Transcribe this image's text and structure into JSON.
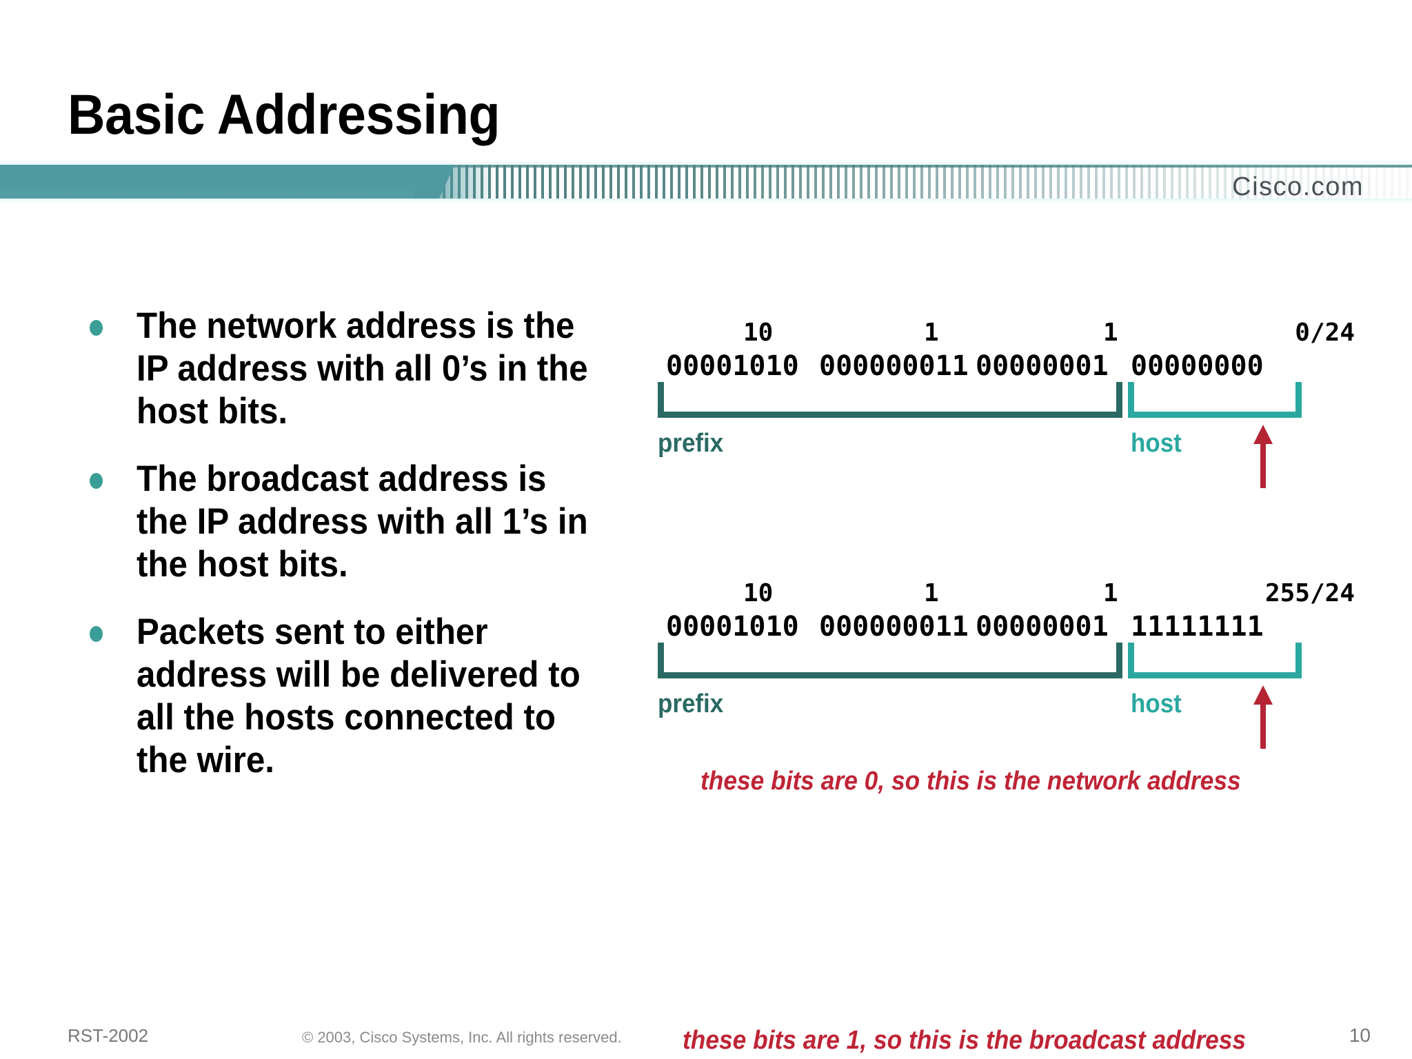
{
  "slide": {
    "title": "Basic Addressing",
    "brand": "Cisco.com",
    "accent_teal_dark": "#2a6a63",
    "accent_teal_light": "#2aa8a0",
    "accent_red": "#bf2436",
    "banner_color": "#4e9aa0",
    "bullet_dot_color": "#3a9e96"
  },
  "bullets": [
    {
      "text": "The network address is the IP address with all 0’s in the host bits."
    },
    {
      "text": "The broadcast address is the IP address with all 1’s in the host bits."
    },
    {
      "text": "Packets sent to either address will be delivered to all the hosts connected to the wire."
    }
  ],
  "diagrams": [
    {
      "id": "network-address",
      "decimal": {
        "octet1": "10",
        "octet2": "1",
        "octet3": "1",
        "octet4": "0/24"
      },
      "binary": {
        "octet1": "00001010",
        "octet2": "000000011",
        "octet3": "00000001",
        "octet4": "00000000"
      },
      "prefix_label": "prefix",
      "host_label": "host",
      "caption": "these bits are 0, so this is the network address"
    },
    {
      "id": "broadcast-address",
      "decimal": {
        "octet1": "10",
        "octet2": "1",
        "octet3": "1",
        "octet4": "255/24"
      },
      "binary": {
        "octet1": "00001010",
        "octet2": "000000011",
        "octet3": "00000001",
        "octet4": "11111111"
      },
      "prefix_label": "prefix",
      "host_label": "host",
      "caption": "these bits are 1, so this is the broadcast address"
    }
  ],
  "footer": {
    "left": "RST-2002",
    "copyright": "© 2003, Cisco Systems, Inc. All rights reserved.",
    "page_number": "10"
  }
}
